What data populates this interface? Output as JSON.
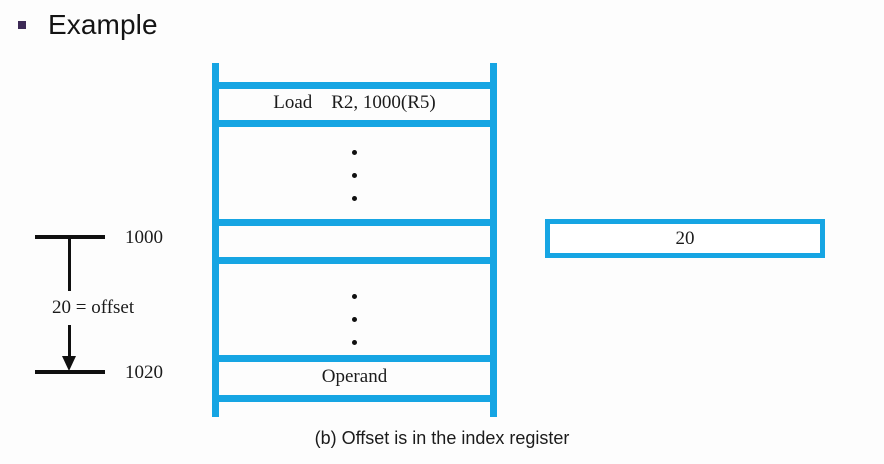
{
  "slide": {
    "heading": "Example",
    "bullet_color": "#3d2a56",
    "background_color": "#fdfdfd"
  },
  "diagram": {
    "accent_color": "#16a5e3",
    "ink_color": "#101010",
    "memory_column": {
      "name": "memory-ladder",
      "cells": [
        {
          "id": "instruction",
          "label": "Load    R2, 1000(R5)",
          "kind": "text"
        },
        {
          "id": "gap-upper",
          "label": "⋮",
          "kind": "ellipsis"
        },
        {
          "id": "base-row",
          "label": "",
          "kind": "empty"
        },
        {
          "id": "gap-lower",
          "label": "⋮",
          "kind": "ellipsis"
        },
        {
          "id": "operand",
          "label": "Operand",
          "kind": "text"
        }
      ]
    },
    "offset_annotation": {
      "top_address": "1000",
      "bottom_address": "1020",
      "offset_label": "20 = offset"
    },
    "index_register": {
      "value": "20"
    },
    "caption": "(b) Offset is in the index register"
  }
}
